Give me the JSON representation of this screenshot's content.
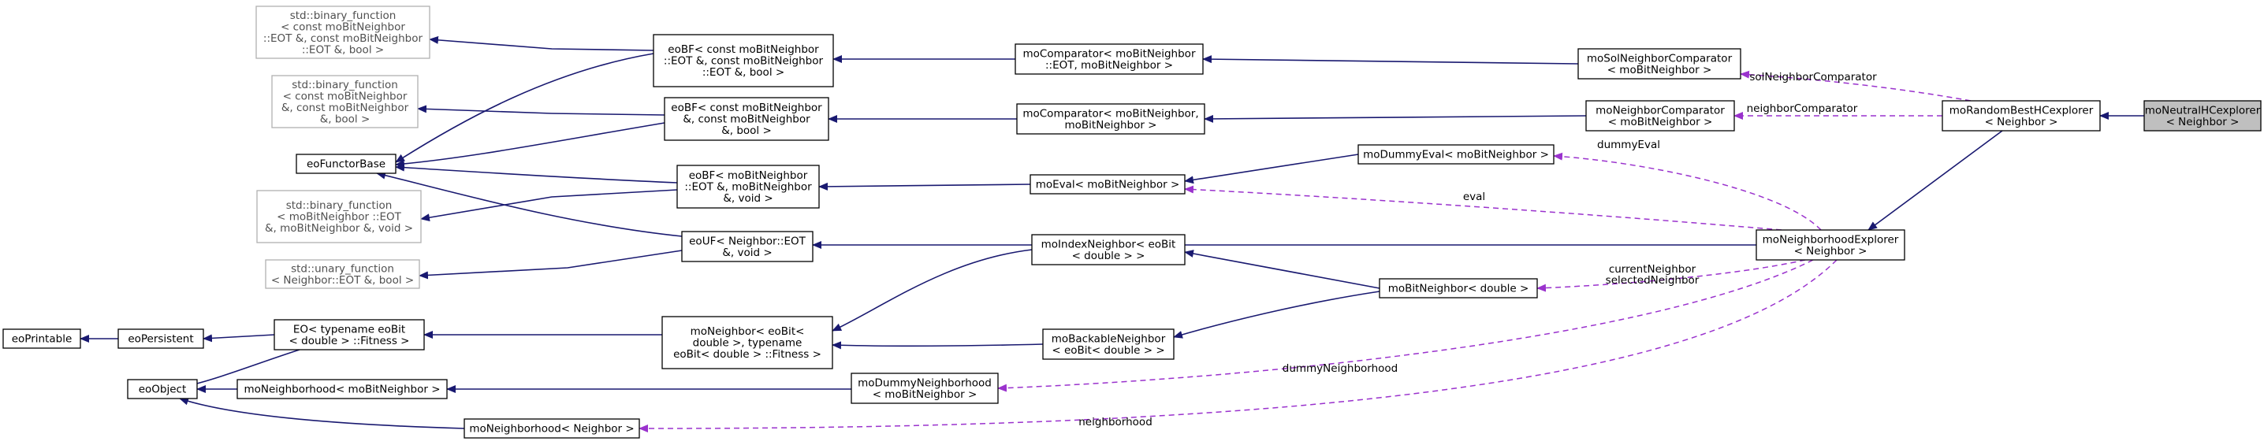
{
  "nodes": {
    "binfn1": [
      "std::binary_function",
      "< const moBitNeighbor",
      "::EOT &, const moBitNeighbor",
      "::EOT &, bool >"
    ],
    "binfn2": [
      "std::binary_function",
      "< const moBitNeighbor",
      "&, const moBitNeighbor",
      "&, bool >"
    ],
    "eoFunctorBase": [
      "eoFunctorBase"
    ],
    "binfn3": [
      "std::binary_function",
      "< moBitNeighbor ::EOT",
      "&, moBitNeighbor &, void >"
    ],
    "unaryfn": [
      "std::unary_function",
      "< Neighbor::EOT &, bool >"
    ],
    "eoPrintable": [
      "eoPrintable"
    ],
    "eoPersistent": [
      "eoPersistent"
    ],
    "eoObject": [
      "eoObject"
    ],
    "eoBF1": [
      "eoBF< const moBitNeighbor",
      "::EOT &, const moBitNeighbor",
      "::EOT &, bool >"
    ],
    "eoBF2": [
      "eoBF< const moBitNeighbor",
      "&, const moBitNeighbor",
      "&, bool >"
    ],
    "eoBF3": [
      "eoBF< moBitNeighbor",
      "::EOT &, moBitNeighbor",
      "&, void >"
    ],
    "eoUF": [
      "eoUF< Neighbor::EOT",
      "&, void >"
    ],
    "EO": [
      "EO< typename eoBit",
      "< double > ::Fitness >"
    ],
    "moNeighborhoodBit": [
      "moNeighborhood< moBitNeighbor >"
    ],
    "moNeighborhoodN": [
      "moNeighborhood< Neighbor >"
    ],
    "moNeighbor": [
      "moNeighbor< eoBit<",
      "double >, typename",
      "eoBit< double > ::Fitness >"
    ],
    "moComparator1": [
      "moComparator< moBitNeighbor",
      "::EOT, moBitNeighbor >"
    ],
    "moComparator2": [
      "moComparator< moBitNeighbor,",
      "moBitNeighbor >"
    ],
    "moEval": [
      "moEval< moBitNeighbor >"
    ],
    "moIndexNeighbor": [
      "moIndexNeighbor< eoBit",
      "< double > >"
    ],
    "moBackableNeighbor": [
      "moBackableNeighbor",
      "< eoBit< double > >"
    ],
    "moDummyNeighborhood": [
      "moDummyNeighborhood",
      "< moBitNeighbor >"
    ],
    "moDummyEval": [
      "moDummyEval< moBitNeighbor >"
    ],
    "moBitNeighbor": [
      "moBitNeighbor< double >"
    ],
    "moSolNeighborComparator": [
      "moSolNeighborComparator",
      "< moBitNeighbor >"
    ],
    "moNeighborComparator": [
      "moNeighborComparator",
      "< moBitNeighbor >"
    ],
    "moNeighborhoodExplorer": [
      "moNeighborhoodExplorer",
      "< Neighbor >"
    ],
    "moRandomBestHCexplorer": [
      "moRandomBestHCexplorer",
      "< Neighbor >"
    ],
    "moNeutralHCexplorer": [
      "moNeutralHCexplorer",
      "< Neighbor >"
    ]
  },
  "edge_labels": {
    "solNeighborComparator": "solNeighborComparator",
    "neighborComparator": "neighborComparator",
    "dummyEval": "dummyEval",
    "eval": "eval",
    "currentNeighbor": "currentNeighbor",
    "selectedNeighbor": "selectedNeighbor",
    "dummyNeighborhood": "dummyNeighborhood",
    "neighborhood": "neighborhood"
  },
  "colors": {
    "inheritance_edge": "#191970",
    "usage_edge": "#9a32cd",
    "focus_node_fill": "#bfbfbf",
    "external_node_border": "#b0b0b0"
  },
  "legend": {
    "focus_node": "moNeutralHCexplorer",
    "external_nodes": [
      "binfn1",
      "binfn2",
      "binfn3",
      "unaryfn"
    ]
  }
}
